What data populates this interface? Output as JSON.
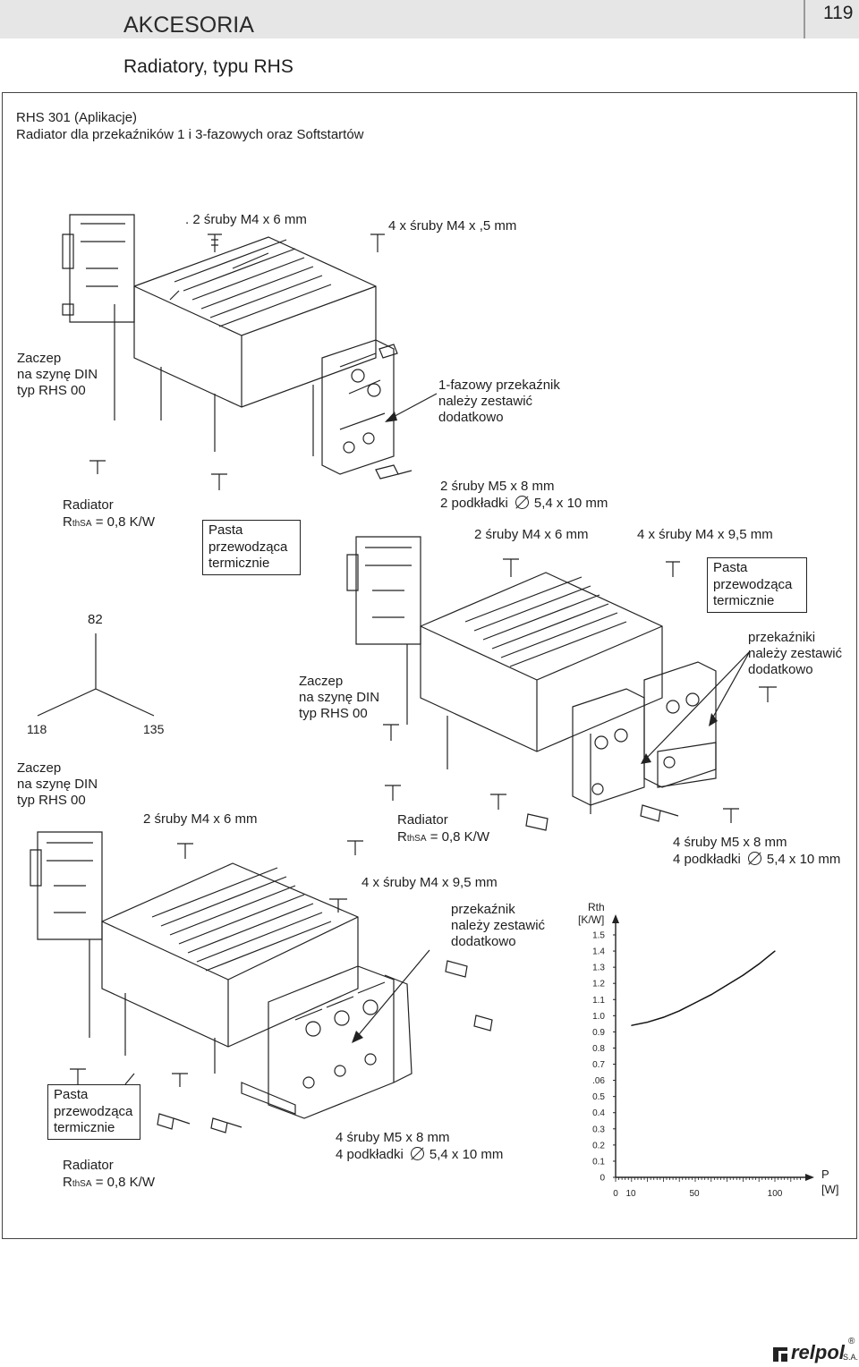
{
  "header": {
    "section_title": "AKCESORIA",
    "page_number": "119",
    "subtitle": "Radiatory, typu RHS"
  },
  "intro": {
    "model": "RHS 301 (Aplikacje)",
    "description": "Radiator dla przekaźników 1 i 3-fazowych oraz Softstartów"
  },
  "diagram1": {
    "screws_top": ". 2 śruby M4 x 6 mm",
    "screws_right": "4  x śruby M4 x ,5 mm",
    "zaczep": [
      "Zaczep",
      "na szynę DIN",
      "typ RHS 00"
    ],
    "relay_note": [
      "1-fazowy przekaźnik",
      "należy zestawić",
      "dodatkowo"
    ],
    "radiator": [
      "Radiator"
    ],
    "rth_prefix": "R",
    "rth_sub": "thSA",
    "rth_value": " = 0,8 K/W",
    "pasta": [
      "Pasta",
      "przewodząca",
      "termicznie"
    ],
    "dims": {
      "height": "82",
      "left": "118",
      "right": "135"
    }
  },
  "diagram2": {
    "screws_m5_1": "2 śruby M5 x 8 mm",
    "screws_m5_2_pre": "2 podkładki",
    "screws_m5_2_post": "5,4 x 10 mm",
    "screws_m4": "2 śruby M4 x 6 mm",
    "screws_m4_right": "4  x śruby M4 x 9,5 mm",
    "pasta": [
      "Pasta",
      "przewodząca",
      "termicznie"
    ],
    "relays_note": [
      "przekaźniki",
      "należy zestawić",
      "dodatkowo"
    ],
    "zaczep": [
      "Zaczep",
      "na szynę DIN",
      "typ RHS 00"
    ]
  },
  "diagram3": {
    "zaczep": [
      "Zaczep",
      "na szynę DIN",
      "typ RHS 00"
    ],
    "screws_m4": "2 śruby M4 x 6 mm",
    "radiator": "Radiator",
    "rth_prefix": "R",
    "rth_sub": "thSA",
    "rth_value": " = 0,8 K/W",
    "screws_m4_right": "4  x śruby M4 x 9,5 mm",
    "relay_note": [
      "przekaźnik",
      "należy zestawić",
      "dodatkowo"
    ],
    "screws_m5_1": "4 śruby M5 x 8 mm",
    "screws_m5_2_pre": "4 podkładki",
    "screws_m5_2_post": "5,4 x 10 mm",
    "pasta": [
      "Pasta",
      "przewodząca",
      "termicznie"
    ],
    "radiator_bottom": "Radiator",
    "screws_right_1": "4 śruby M5 x 8 mm",
    "screws_right_2_pre": "4 podkładki",
    "screws_right_2_post": "5,4 x 10 mm"
  },
  "chart_data": {
    "type": "line",
    "ylabel": "Rth [K/W]",
    "xlabel": "P [W]",
    "yticks": [
      "1.5",
      "1.4",
      "1.3",
      "1.2",
      "1.1",
      "1.0",
      "0.9",
      "0.8",
      "0.7",
      ".06",
      "0.5",
      "0.4",
      "0.3",
      "0.2",
      "0.1",
      "0"
    ],
    "xticks": [
      "0",
      "10",
      "50",
      "100"
    ],
    "ylabel_line1": "Rth",
    "ylabel_line2": "[K/W]",
    "xlabel_line1": "P",
    "xlabel_line2": "[W]",
    "x": [
      10,
      20,
      30,
      40,
      50,
      60,
      70,
      80,
      90,
      100
    ],
    "y": [
      0.94,
      0.96,
      0.99,
      1.03,
      1.08,
      1.13,
      1.19,
      1.25,
      1.32,
      1.4
    ]
  },
  "footer": {
    "brand": "relpol",
    "suffix": "S.A.",
    "registered": "®"
  }
}
